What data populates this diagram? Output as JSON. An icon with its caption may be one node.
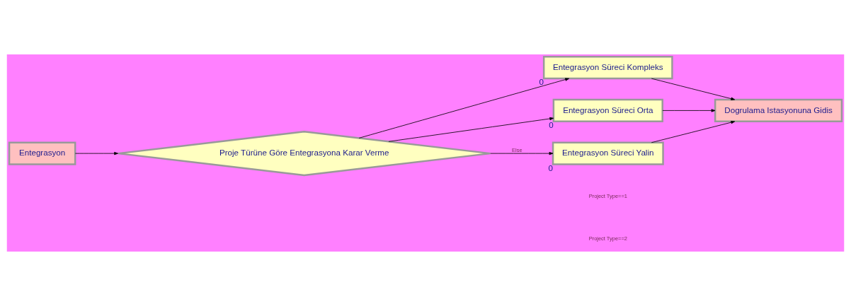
{
  "diagram": {
    "nodes": [
      {
        "text": [
          "Entegrasyon"
        ]
      },
      {
        "text": [
          "Proje Türüne Göre Entegrasyona Karar Verme"
        ]
      },
      {
        "text": [
          "Entegrasyon Süreci Kompleks"
        ],
        "beside": [
          "0"
        ]
      },
      {
        "text": [
          "Entegrasyon Süreci Orta"
        ],
        "beside": [
          "0"
        ]
      },
      {
        "text": [
          "Entegrasyon Süreci Yalin"
        ],
        "beside": [
          "0"
        ]
      },
      {
        "text": [
          "Dogrulama Istasyonuna Gidis"
        ]
      }
    ],
    "edges": [
      {
        "from": 0,
        "to": 1,
        "arrow": "to"
      },
      {
        "from": 1,
        "to": 2,
        "arrow": "to"
      },
      {
        "from": 1,
        "to": 3,
        "arrow": "to"
      },
      {
        "from": 1,
        "to": 4,
        "arrow": "to",
        "label": "Else"
      },
      {
        "from": 2,
        "to": 5,
        "arrow": "to"
      },
      {
        "from": 3,
        "to": 5,
        "arrow": "to"
      },
      {
        "from": 4,
        "to": 5,
        "arrow": "to"
      }
    ],
    "labels": [
      "Project Type==1",
      "Project Type==2"
    ]
  }
}
